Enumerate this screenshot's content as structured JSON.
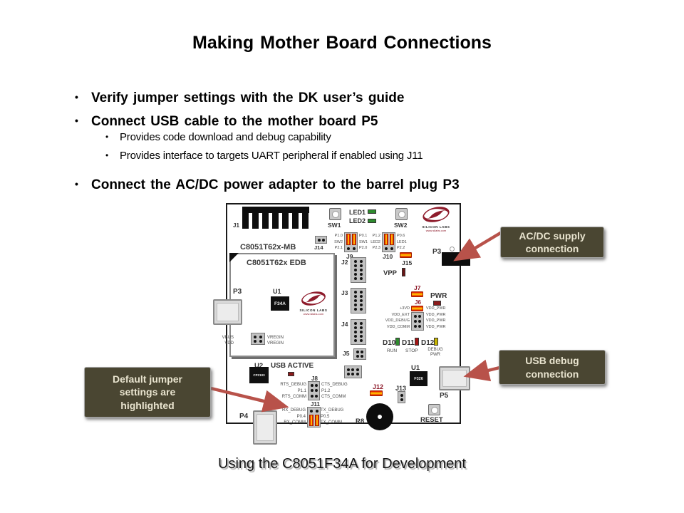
{
  "slide": {
    "title": "Making Mother Board Connections",
    "footer": "Using the C8051F34A for Development",
    "bullets": [
      {
        "level": 1,
        "text": "Verify jumper settings with the DK user’s guide"
      },
      {
        "level": 1,
        "text": "Connect USB cable to the mother board P5"
      },
      {
        "level": 2,
        "text": "Provides code download and debug capability"
      },
      {
        "level": 2,
        "text": "Provides interface to targets UART peripheral if enabled using J11"
      },
      {
        "level": 1,
        "text": "Connect the AC/DC power adapter to the barrel plug P3"
      }
    ]
  },
  "callouts": {
    "acdc": {
      "line1": "AC/DC supply",
      "line2": "connection"
    },
    "usb": {
      "line1": "USB debug",
      "line2": "connection"
    },
    "jumper": {
      "line1": "Default jumper",
      "line2": "settings are",
      "line3": "highlighted"
    }
  },
  "board": {
    "title_mb": "C8051T62x-MB",
    "title_edb": "C8051T62x EDB",
    "logo": {
      "name": "SILICON LABS",
      "url": "www.silabs.com"
    },
    "refs": {
      "j1": "J1",
      "j14": "J14",
      "sw1": "SW1",
      "sw2": "SW2",
      "led1": "LED1",
      "led2": "LED2",
      "j9": "J9",
      "j10": "J10",
      "j15": "J15",
      "p3_right": "P3",
      "vpp": "VPP",
      "j2": "J2",
      "j3": "J3",
      "j4": "J4",
      "j5": "J5",
      "j7": "J7",
      "pwr": "PWR",
      "j6": "J6",
      "d10": "D10",
      "d11": "D11",
      "d12": "D12",
      "run": "RUN",
      "stop": "STOP",
      "debug1": "DEBUG",
      "debug2": "PWR",
      "p3_left": "P3",
      "u1_edb": "U1",
      "f34a": "F34A",
      "vbus": "VBUS",
      "vdd": "VDD",
      "vregin_a": "VREGIN",
      "vregin_b": "VREGIN",
      "u2": "U2",
      "cp2103": "CP2103",
      "usb_active": "USB ACTIVE",
      "j8": "J8",
      "j11": "J11",
      "j12": "J12",
      "j13": "J13",
      "u1_mb": "U1",
      "f326": "F326",
      "p5": "P5",
      "p4": "P4",
      "reset": "RESET",
      "r8": "R8"
    },
    "pins": {
      "j9_left": [
        "P1.0",
        "SW2",
        "P2.1"
      ],
      "j9_right": [
        "P0.1",
        "SW1",
        "P2.0"
      ],
      "j10_left": [
        "P1.2",
        "LED2",
        "P2.3"
      ],
      "j10_right": [
        "P0.6",
        "LED1",
        "P2.2"
      ],
      "j6_left": [
        "+3VD",
        "VDD_EXT",
        "VDD_DEBUG",
        "VDD_COMM"
      ],
      "j6_right": [
        "VDD_PWR",
        "VDD_PWR",
        "VDD_PWR",
        "VDD_PWR"
      ],
      "j8_left": [
        "RTS_DEBUG",
        "P1.1",
        "RTS_COMM"
      ],
      "j8_right": [
        "CTS_DEBUG",
        "P1.2",
        "CTS_COMM"
      ],
      "j11_left": [
        "RX_DEBUG",
        "P0.4",
        "RX_COMM"
      ],
      "j11_right": [
        "TX_DEBUG",
        "P0.5",
        "TX_COMM"
      ]
    }
  },
  "colors": {
    "arrow_red": "#b8524a",
    "callout_bg": "#4a4632",
    "jumper_red": "#e02800",
    "jumper_center": "#ffb300",
    "led_green": "#2e8b2e",
    "led_red": "#8b1a1a",
    "led_yellow": "#c7b500",
    "logo_red": "#8e1b2b"
  }
}
